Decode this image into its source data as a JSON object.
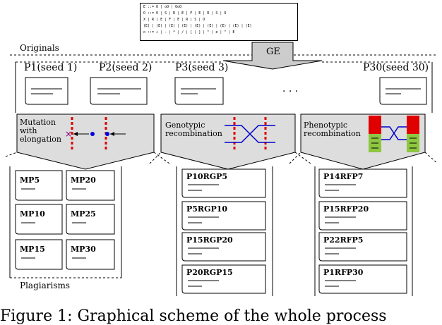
{
  "grammar": {
    "lines": [
      "E ::= O | oO | OoO",
      "O ::= O | S | R | E | F | E | R | S | O",
      "      X | R | E | F | E | R | S | O",
      "      (E) | (E) | (E) | (E) | (E) | (E) | (E) | (E) | (E)",
      "o ::= + | - | * | / | [ | ] | ^ | e | ^ | E"
    ]
  },
  "originals_label": "Originals",
  "ge_label": "GE",
  "originals": [
    "P1(seed 1)",
    "P2(seed 2)",
    "P3(seed 3)",
    "P30(seed 30)"
  ],
  "ellipsis": ". . .",
  "methods": [
    {
      "label_lines": [
        "Mutation",
        "with",
        "elongation"
      ]
    },
    {
      "label_lines": [
        "Genotypic",
        "recombination"
      ]
    },
    {
      "label_lines": [
        "Phenotypic",
        "recombination"
      ]
    }
  ],
  "mutation_plagiarisms": [
    "MP5",
    "MP20",
    "MP10",
    "MP25",
    "MP15",
    "MP30"
  ],
  "genotypic_plagiarisms": [
    "P10RGP5",
    "P5RGP10",
    "P15RGP20",
    "P20RGP15"
  ],
  "phenotypic_plagiarisms": [
    "P14RFP7",
    "P15RFP20",
    "P22RFP5",
    "P1RFP30"
  ],
  "plagiarisms_label": "Plagiarisms",
  "caption": "Figure 1: Graphical scheme of the whole process"
}
